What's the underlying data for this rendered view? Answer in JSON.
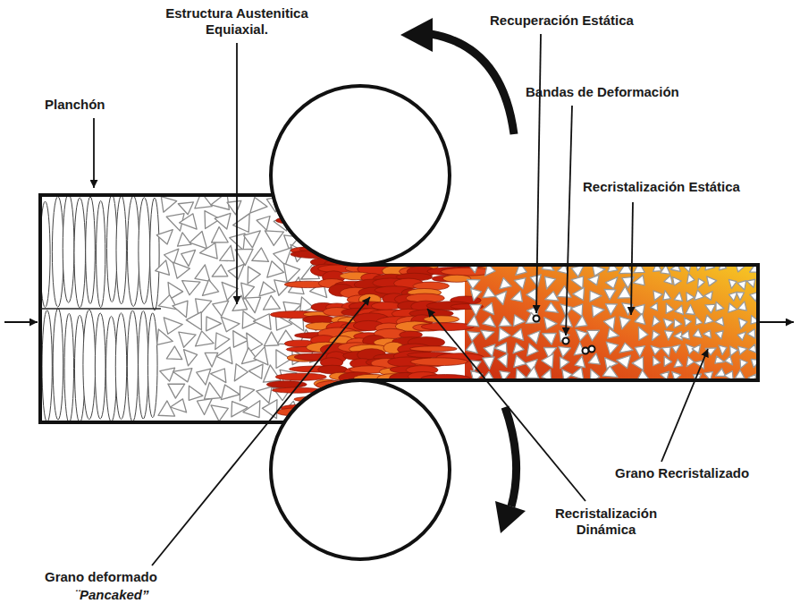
{
  "diagram": {
    "labels": [
      "Estructura Austenitica Equiaxial.",
      "Recuperación Estática",
      "Bandas de Deformación",
      "Planchón",
      "Recristalización Estática",
      "Grano Recristalizado",
      "Recristalización Dinámica",
      "Grano deformado",
      "¨Pancaked”"
    ]
  }
}
